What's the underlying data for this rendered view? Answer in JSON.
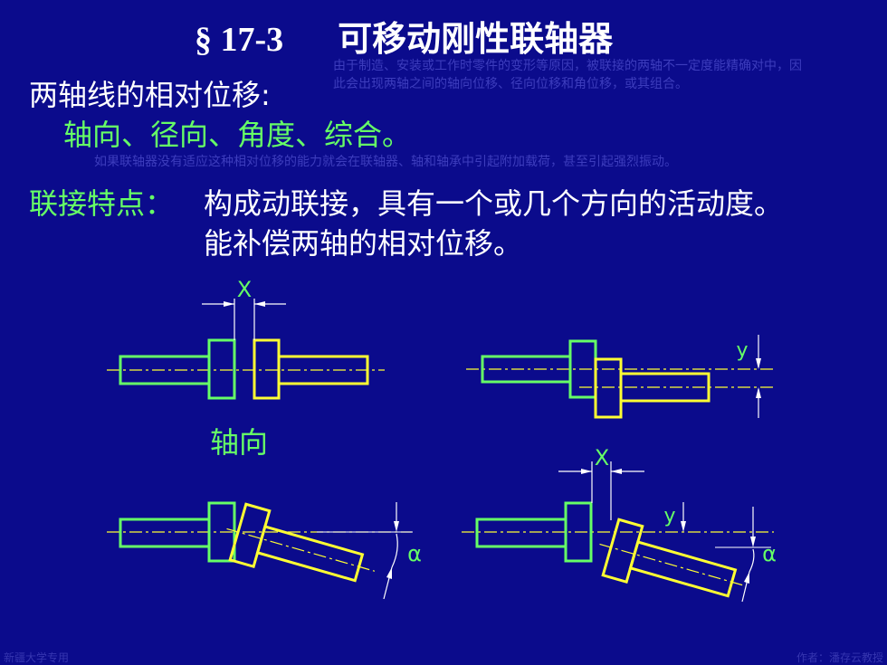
{
  "title": {
    "number": "§ 17-3",
    "name": "可移动刚性联轴器"
  },
  "intro": {
    "label": "两轴线的相对位移:",
    "note_line1": "由于制造、安装或工作时零件的变形等原因，被联接的两轴不一定度能精确对中，因",
    "note_line2": "此会出现两轴之间的轴向位移、径向位移和角位移，或其组合。",
    "types": "轴向、径向、角度、综合。",
    "note2": "如果联轴器没有适应这种相对位移的能力就会在联轴器、轴和轴承中引起附加载荷，甚至引起强烈振动。"
  },
  "feature": {
    "label": "联接特点：",
    "line1": "构成动联接，具有一个或几个方向的活动度。",
    "line2": "能补偿两轴的相对位移。"
  },
  "diagrams": {
    "axial_label": "轴向",
    "x": "X",
    "y": "y",
    "alpha": "α"
  },
  "footer": {
    "left": "新疆大学专用",
    "right": "作者：潘存云教授"
  },
  "colors": {
    "background": "#0b0b8c",
    "green": "#66ff66",
    "yellow": "#ffff33",
    "white": "#ffffff"
  }
}
